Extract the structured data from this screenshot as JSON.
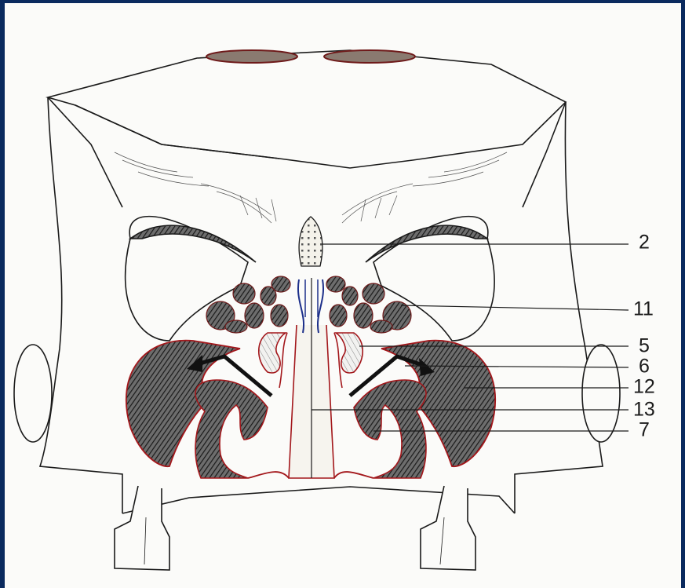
{
  "figure": {
    "background_color": "#fbfbf9",
    "frame_color": "#0a2a5e",
    "mucosa_color": "#a3171b",
    "vessel_color": "#1c2f8a",
    "ink_color": "#1a1a1a"
  },
  "labels": [
    {
      "id": "label-2",
      "text": "2"
    },
    {
      "id": "label-11",
      "text": "11"
    },
    {
      "id": "label-5",
      "text": "5"
    },
    {
      "id": "label-6",
      "text": "6"
    },
    {
      "id": "label-12",
      "text": "12"
    },
    {
      "id": "label-13",
      "text": "13"
    },
    {
      "id": "label-7",
      "text": "7"
    }
  ]
}
